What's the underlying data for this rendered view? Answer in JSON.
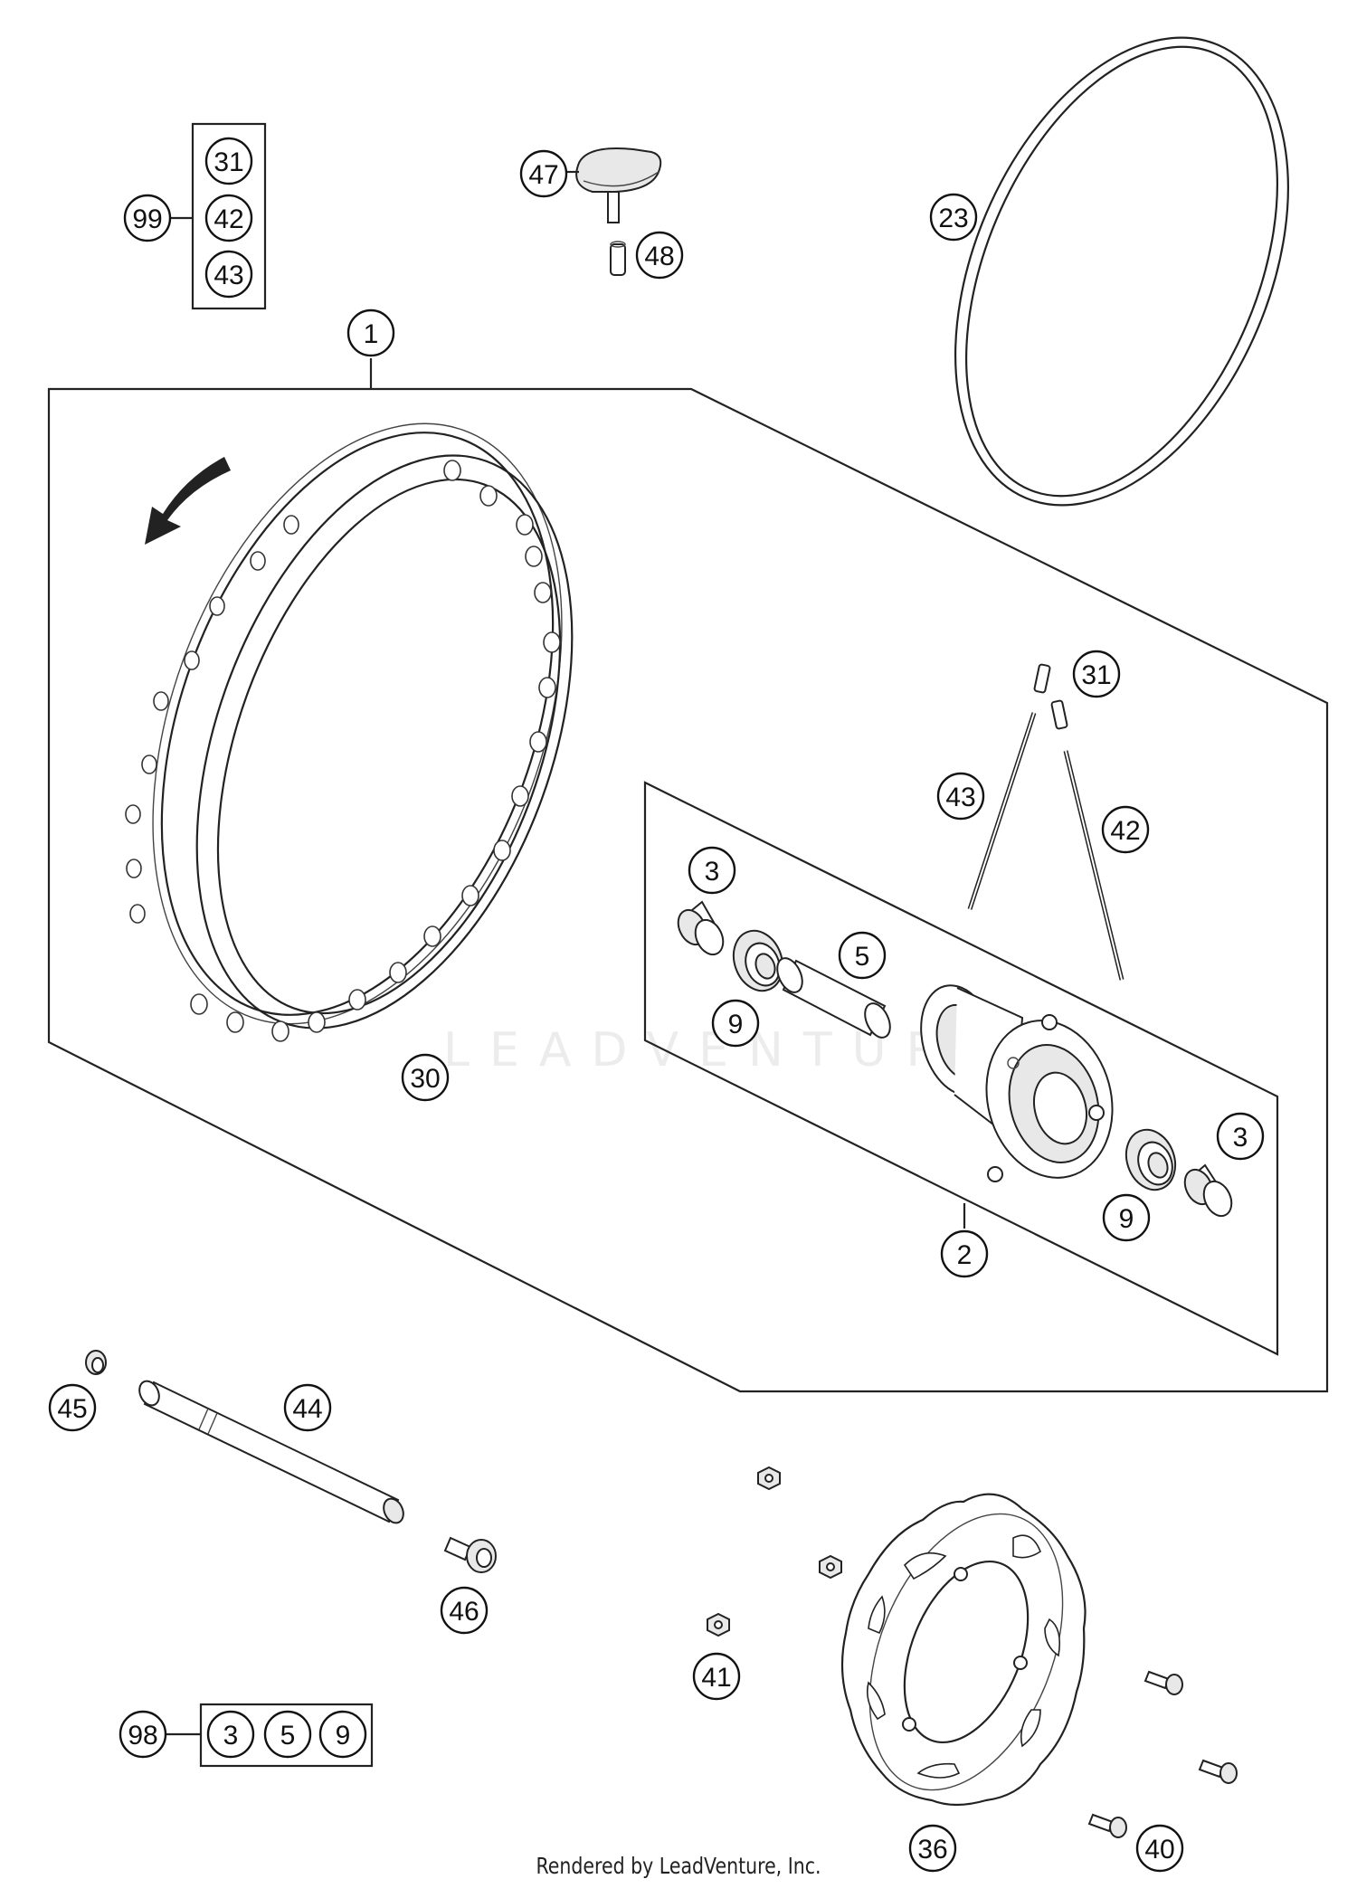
{
  "diagram": {
    "watermark": "LEADVENTURE",
    "footer": "Rendered by LeadVenture, Inc.",
    "kit_99": {
      "label": "99",
      "items": [
        "31",
        "42",
        "43"
      ]
    },
    "kit_98": {
      "label": "98",
      "items": [
        "3",
        "5",
        "9"
      ]
    },
    "callouts": {
      "c47": "47",
      "c48": "48",
      "c23": "23",
      "c1": "1",
      "c31": "31",
      "c43": "43",
      "c42": "42",
      "c3a": "3",
      "c5": "5",
      "c9a": "9",
      "c30": "30",
      "c3b": "3",
      "c9b": "9",
      "c2": "2",
      "c45": "45",
      "c44": "44",
      "c46": "46",
      "c41": "41",
      "c36": "36",
      "c40": "40"
    }
  }
}
